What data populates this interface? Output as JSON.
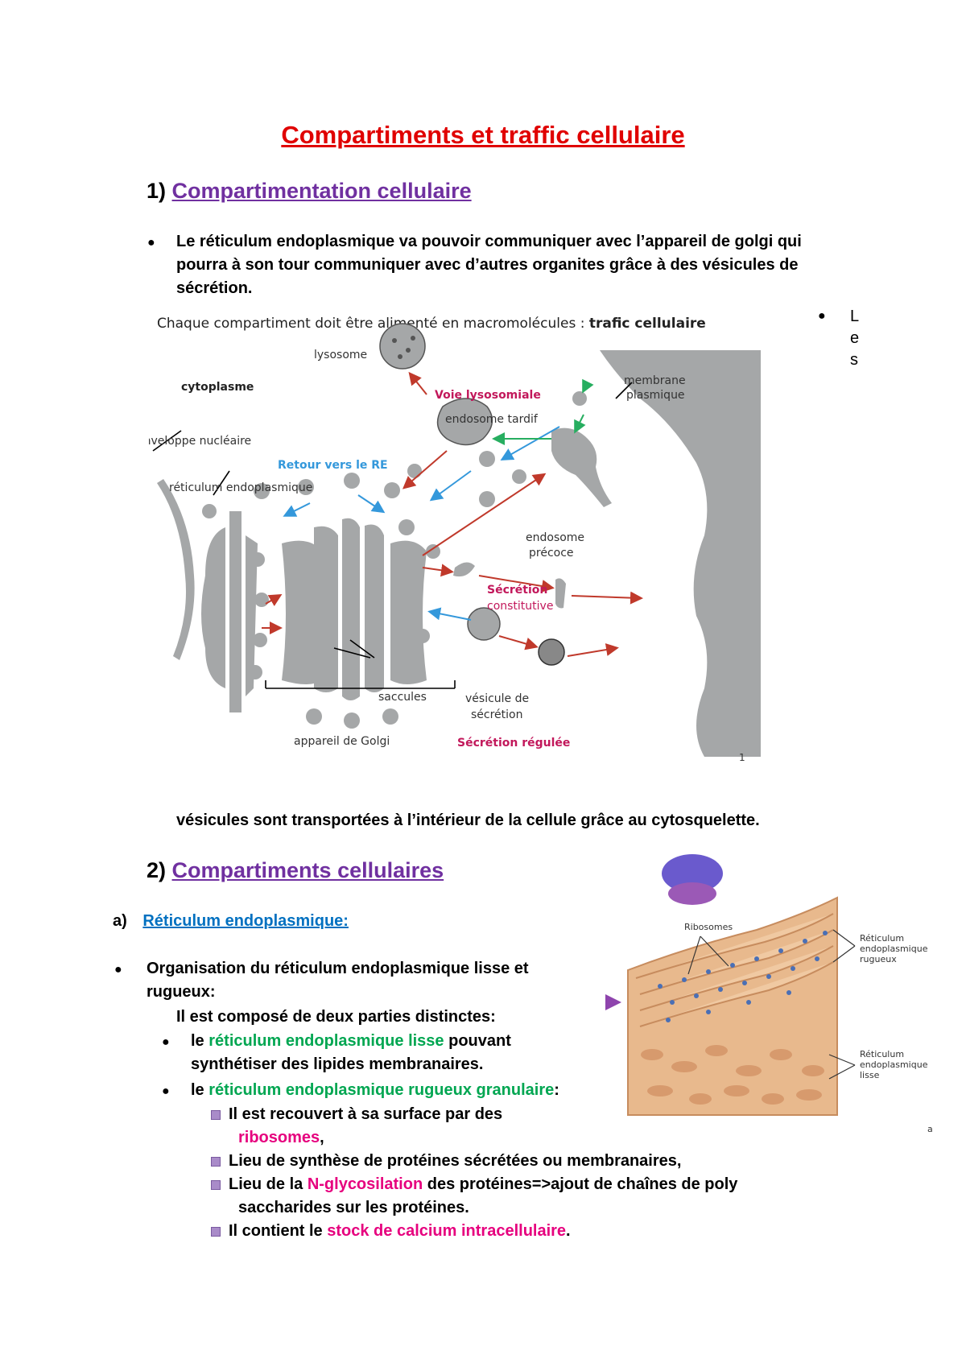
{
  "title": "Compartiments et traffic cellulaire",
  "section1": {
    "number": "1)",
    "heading": "Compartimentation cellulaire",
    "bullet_lines": [
      "Le réticulum endoplasmique va pouvoir communiquer avec l’appareil de golgi qui",
      "pourra à son tour communiquer avec d’autres organites grâce à des vésicules de",
      "sécrétion."
    ],
    "side_bullet_letters": [
      "L",
      "e",
      "s"
    ],
    "continuation": "vésicules sont transportées à l’intérieur de la cellule grâce au cytosquelette."
  },
  "figure1": {
    "caption_prefix": "Chaque compartiment doit être alimenté en macromolécules : ",
    "caption_bold": "trafic cellulaire",
    "labels": {
      "lysosome": "lysosome",
      "cytoplasme": "cytoplasme",
      "voie_lysosomiale": "Voie lysosomiale",
      "endosome_tardif": "endosome tardif",
      "membrane_plasmique_1": "membrane",
      "membrane_plasmique_2": "plasmique",
      "enveloppe": "enveloppe nucléaire",
      "retour": "Retour vers le RE",
      "reticulum": "réticulum endoplasmique",
      "endosome_precoce_1": "endosome",
      "endosome_precoce_2": "précoce",
      "secretion_const_1": "Sécrétion",
      "secretion_const_2": "constitutive",
      "saccules": "saccules",
      "vesicule_1": "vésicule de",
      "vesicule_2": "sécrétion",
      "golgi": "appareil de Golgi",
      "secretion_reg": "Sécrétion régulée",
      "corner": "1"
    }
  },
  "section2": {
    "number": "2)",
    "heading": "Compartiments cellulaires",
    "sub_letter": "a)",
    "sub_heading": "Réticulum endoplasmique:",
    "org_line1": "Organisation du réticulum endoplasmique lisse et",
    "org_line2": "rugueux:",
    "composed": "Il est composé de deux parties distinctes:",
    "b1_pre": "le ",
    "b1_green": "réticulum endoplasmique lisse",
    "b1_post": " pouvant",
    "b1_line2": "synthétiser des lipides membranaires.",
    "b2_pre": "le ",
    "b2_green": "réticulum endoplasmique rugueux granulaire",
    "b2_post": ":",
    "s1_line1": "Il est recouvert à sa surface par des",
    "s1_pink": "ribosomes",
    "s1_post": ",",
    "s2": "Lieu de synthèse de protéines sécrétées ou membranaires,",
    "s3_pre": "Lieu de la ",
    "s3_pink": "N-glycosilation",
    "s3_post": " des protéines=>ajout de chaînes de poly",
    "s3_line2": "saccharides sur les protéines.",
    "s4_pre": "Il contient le ",
    "s4_pink": "stock de calcium intracellulaire",
    "s4_post": "."
  },
  "figure2": {
    "ribosomes": "Ribosomes",
    "rer_1": "Réticulum",
    "rer_2": "endoplasmique",
    "rer_3": "rugueux",
    "rel_1": "Réticulum",
    "rel_2": "endoplasmique",
    "rel_3": "lisse",
    "corner": "a"
  },
  "colors": {
    "title": "#e00000",
    "heading": "#7030a0",
    "link": "#0070c0",
    "green": "#00a651",
    "pink": "#e6007e"
  }
}
